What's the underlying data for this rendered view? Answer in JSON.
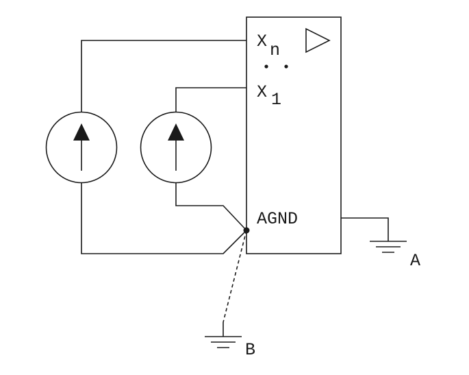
{
  "diagram": {
    "pins": {
      "xn": {
        "base": "X",
        "sub": "n"
      },
      "x1": {
        "base": "X",
        "sub": "1"
      },
      "agnd": "AGND"
    },
    "grounds": {
      "a": "A",
      "b": "B"
    }
  }
}
